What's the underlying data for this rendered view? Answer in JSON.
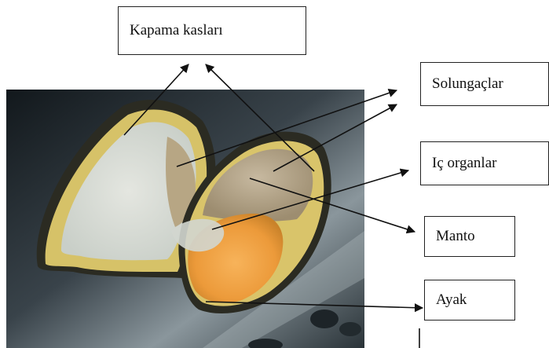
{
  "labels": {
    "closing_muscles": "Kapama kasları",
    "gills": "Solungaçlar",
    "internal_organs": "Iç organlar",
    "mantle": "Manto",
    "foot": "Ayak"
  },
  "photo": {
    "subject": "mussel-open-shell-photo",
    "colors": {
      "background_dark": "#1c2226",
      "background_mid": "#4a555c",
      "shell_edge": "#2a2a22",
      "shell_rim": "#d9c46a",
      "mantle_white": "#d8dcd6",
      "gill_tan": "#a8997c",
      "foot_orange": "#f0a040",
      "internal_beige": "#b9a78a"
    }
  },
  "colors": {
    "arrow": "#111111",
    "box_border": "#222222"
  }
}
